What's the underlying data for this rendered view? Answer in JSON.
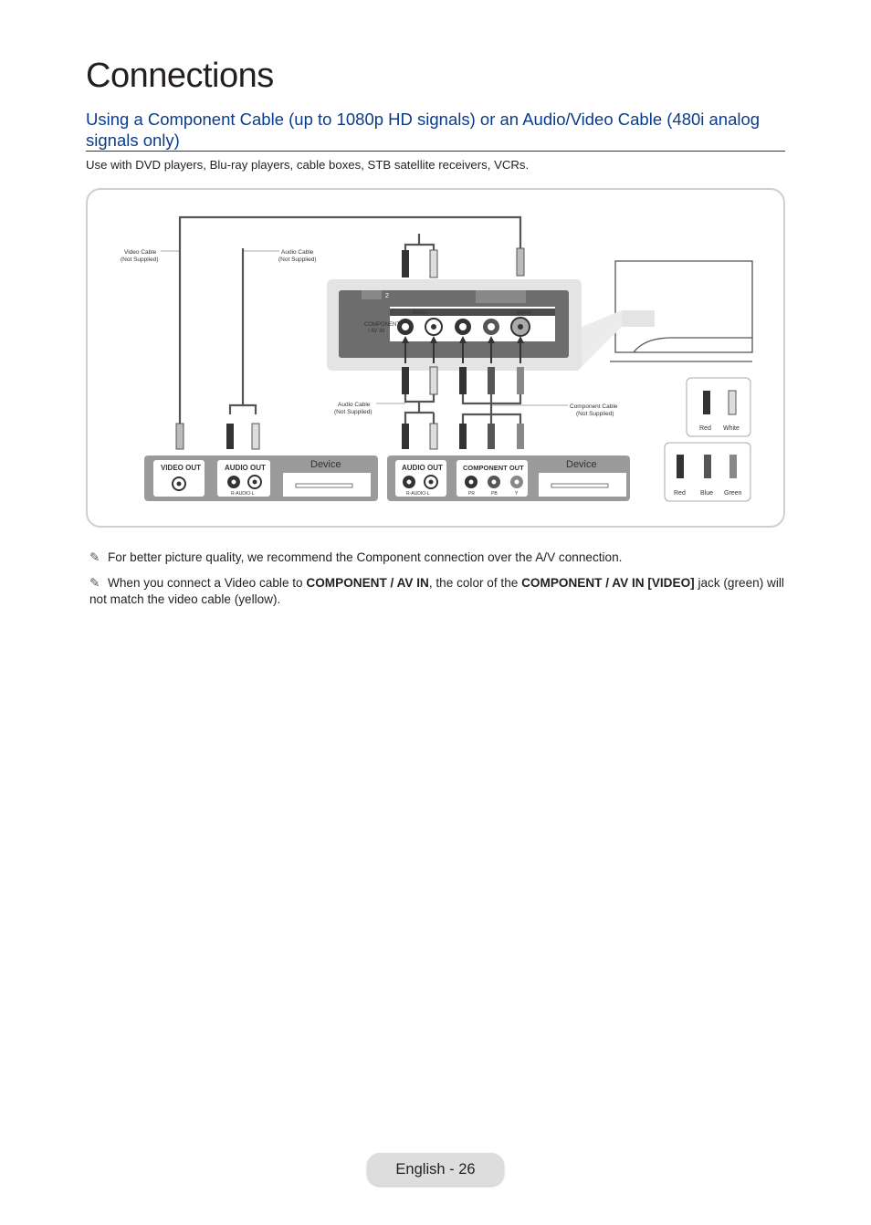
{
  "page": {
    "title": "Connections",
    "section_heading": "Using a Component Cable (up to 1080p HD signals) or an Audio/Video Cable (480i analog signals only)",
    "intro": "Use with DVD players, Blu-ray players, cable boxes, STB satellite receivers, VCRs.",
    "footer": "English - 26"
  },
  "diagram": {
    "video_cable_label": [
      "Video Cable",
      "(Not Supplied)"
    ],
    "audio_cable_top_label": [
      "Audio Cable",
      "(Not Supplied)"
    ],
    "audio_cable_mid_label": [
      "Audio Cable",
      "(Not Supplied)"
    ],
    "component_cable_label": [
      "Component Cable",
      "(Not Supplied)"
    ],
    "tv_panel_label": [
      "COMPONENT",
      "/ AV IN"
    ],
    "tv_jack_header": [
      "AUDIO",
      "VIDEO"
    ],
    "device_label": "Device",
    "video_out": "VIDEO OUT",
    "audio_out": "AUDIO OUT",
    "component_out": "COMPONENT OUT",
    "r_audio_l": "R-AUDIO-L",
    "component_jacks": [
      "PR",
      "PB",
      "Y"
    ],
    "legend_top": [
      "Red",
      "White"
    ],
    "legend_bottom": [
      "Red",
      "Blue",
      "Green"
    ]
  },
  "notes": [
    {
      "icon": "pencil-note-icon",
      "text": "For better picture quality, we recommend the Component connection over the A/V connection."
    },
    {
      "icon": "pencil-note-icon",
      "parts": [
        "When you connect a Video cable to ",
        "COMPONENT / AV IN",
        ", the color of the ",
        "COMPONENT / AV IN [VIDEO]",
        " jack (green) will not match the video cable (yellow)."
      ]
    }
  ]
}
